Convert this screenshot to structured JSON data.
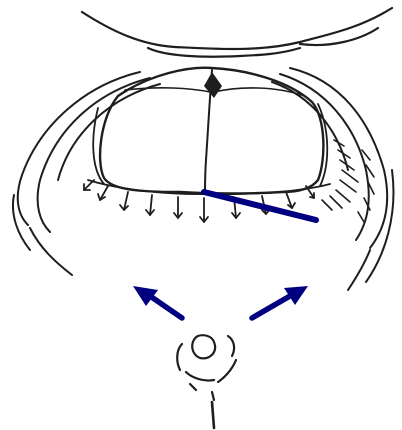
{
  "figure": {
    "background_color": "#ffffff",
    "ink_color": "#1e1e1e",
    "annotation_color": "#000080"
  },
  "annotations": {
    "blue_line": {
      "semantic": "indicator-line"
    },
    "left_arrow": {
      "semantic": "arrow-icon",
      "direction": "up-left"
    },
    "right_arrow": {
      "semantic": "arrow-icon",
      "direction": "up-right"
    }
  }
}
